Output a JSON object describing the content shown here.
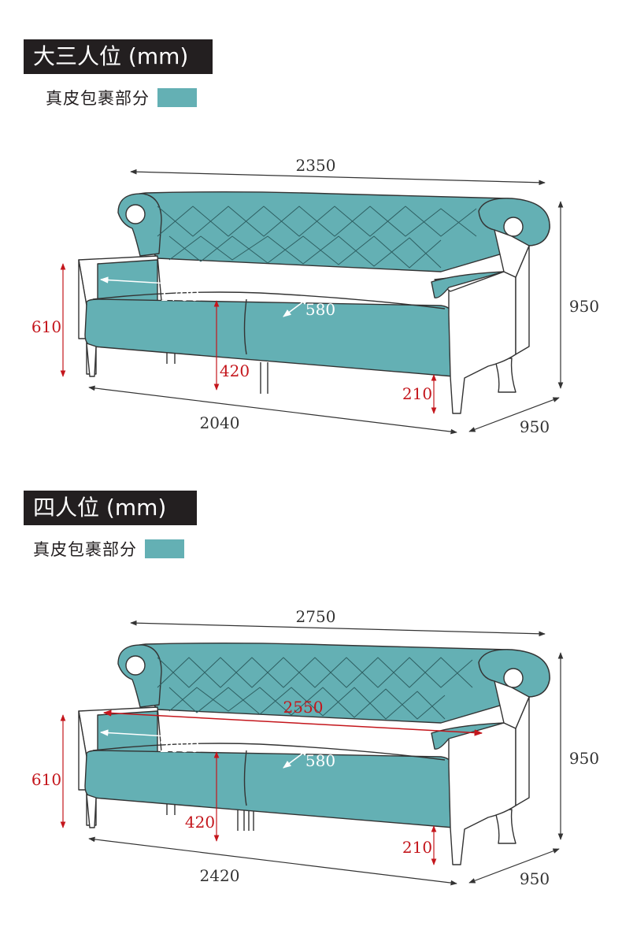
{
  "colors": {
    "leather": "#64b0b4",
    "dim_red": "#c4161c",
    "ink": "#231f20"
  },
  "section1": {
    "title": "大三人位 (mm)",
    "legend_label": "真皮包裹部分",
    "dims": {
      "total_width": "2350",
      "inner_width": "1700",
      "seat_depth": "580",
      "arm_height": "610",
      "seat_height": "420",
      "leg_height": "210",
      "base_width": "2040",
      "depth": "950",
      "height": "950"
    }
  },
  "section2": {
    "title": "四人位 (mm)",
    "legend_label": "真皮包裹部分",
    "dims": {
      "total_width": "2750",
      "arm_span": "2550",
      "inner_width": "2080",
      "seat_depth": "580",
      "arm_height": "610",
      "seat_height": "420",
      "leg_height": "210",
      "base_width": "2420",
      "depth": "950",
      "height": "950"
    }
  }
}
